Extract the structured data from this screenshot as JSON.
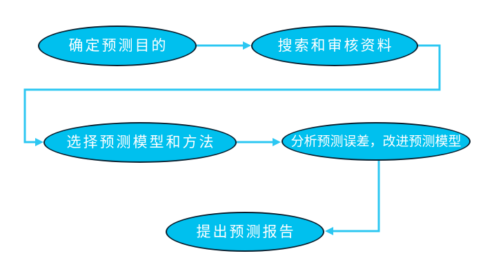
{
  "diagram": {
    "type": "flowchart",
    "background": "#ffffff",
    "colors": {
      "node_fill": "#00c0ee",
      "node_border": "#0a1e2d",
      "node_text": "#ffffff",
      "connector": "#2cc7f2"
    },
    "nodes": [
      {
        "id": "n1",
        "shape": "ellipse",
        "label": "确定预测目的"
      },
      {
        "id": "n2",
        "shape": "ellipse",
        "label": "搜索和审核资料"
      },
      {
        "id": "n3",
        "shape": "ellipse",
        "label": "选择预测模型和方法"
      },
      {
        "id": "n4",
        "shape": "ellipse",
        "label": "分析预测误差，改进预测模型"
      },
      {
        "id": "n5",
        "shape": "ellipse",
        "label": "提出预测报告"
      }
    ],
    "edges": [
      {
        "from": "n1",
        "to": "n2",
        "style": "arrow"
      },
      {
        "from": "n2",
        "to": "n3",
        "style": "arrow-elbow"
      },
      {
        "from": "n3",
        "to": "n4",
        "style": "arrow"
      },
      {
        "from": "n4",
        "to": "n5",
        "style": "arrow-elbow"
      }
    ]
  }
}
